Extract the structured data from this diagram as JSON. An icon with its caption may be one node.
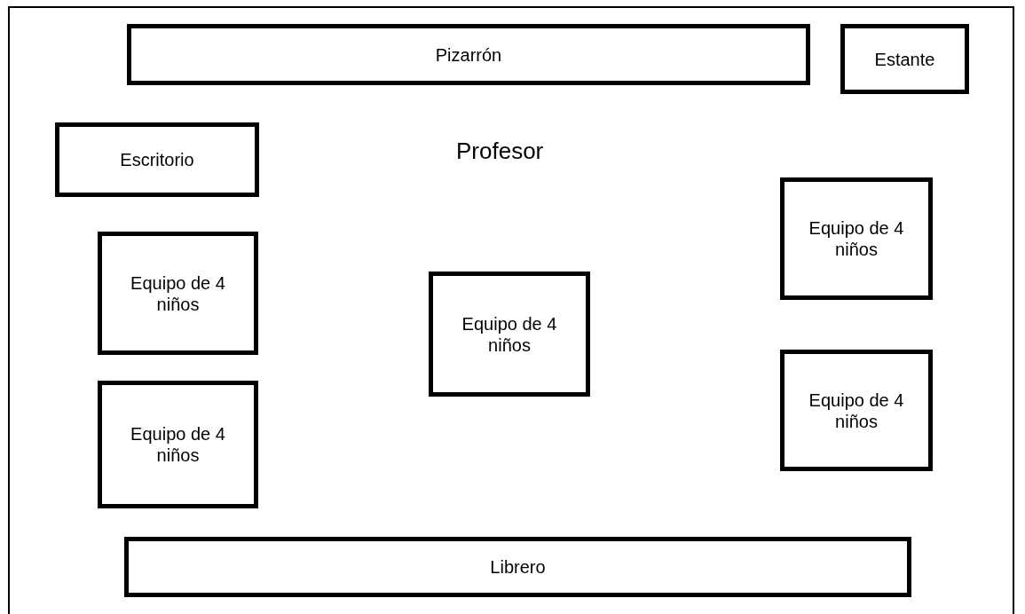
{
  "diagram": {
    "nodes": [
      {
        "text": [
          "Pizarrón"
        ]
      },
      {
        "text": [
          "Estante"
        ]
      },
      {
        "text": [
          "Escritorio"
        ]
      },
      {
        "text": [
          "Equipo de 4 niños"
        ]
      },
      {
        "text": [
          "Equipo de 4 niños"
        ]
      },
      {
        "text": [
          "Equipo de 4 niños"
        ]
      },
      {
        "text": [
          "Equipo de 4 niños"
        ]
      },
      {
        "text": [
          "Equipo de 4 niños"
        ]
      },
      {
        "text": [
          "Librero"
        ]
      }
    ],
    "labels": [
      "Profesor"
    ]
  }
}
